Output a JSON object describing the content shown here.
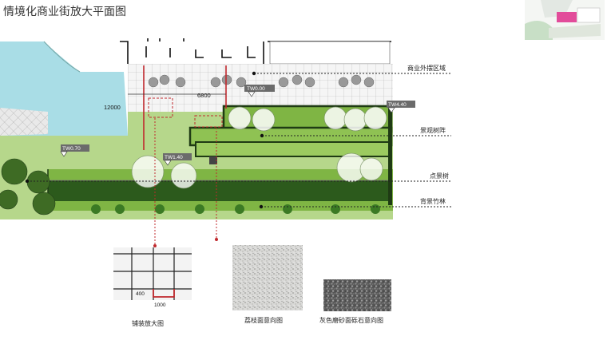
{
  "page": {
    "title": "情境化商业街放大平面图"
  },
  "plan": {
    "dims": {
      "d12000": "12000",
      "d6800": "6800"
    },
    "levels": {
      "tw000": "TW0.00",
      "tw440": "TW4.40",
      "tw070": "TW0.70",
      "tw140": "TW1.40"
    },
    "callouts": {
      "outdoor_area": "商业外摆区域",
      "tree_array": "景观树阵",
      "feature_tree": "点景树",
      "bamboo": "背景竹林"
    }
  },
  "details": {
    "paving": {
      "caption": "铺装放大图",
      "d400": "400",
      "d1000": "1000"
    },
    "granite": {
      "caption": "荔枝面意向图"
    },
    "gravel": {
      "caption": "灰色磨砂面砾石意向图"
    }
  },
  "colors": {
    "water": "#a9dde6",
    "lawn": "#7fb544",
    "dark_green": "#2c5a1c",
    "red": "#c0282d",
    "paving": "#f2f2f2"
  }
}
